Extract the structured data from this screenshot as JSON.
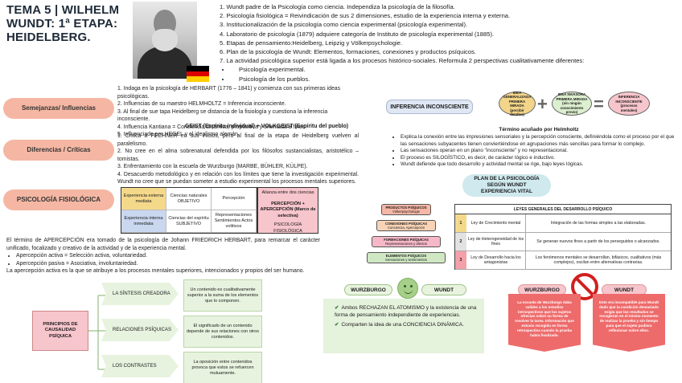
{
  "header": {
    "title": "TEMA 5 | WILHELM WUNDT: 1ª ETAPA: HEIDELBERG."
  },
  "flag_colors": [
    "#000000",
    "#dd0000",
    "#ffce00"
  ],
  "top_points": [
    "1. Wundt padre de la Psicología como ciencia. Independiza la psicología de la filosofía.",
    "2. Psicología fisiológica = Reivindicación de sus 2 dimensiones, estudio de la experiencia interna y externa.",
    "3. Institucionalización de la psicología como ciencia experimental (psicología experimental).",
    "4. Laboratorio de psicología (1879) adquiere categoría de Instituto de psicología experimental (1885).",
    "5. Etapas de pensamiento:Heidelberg, Leipzig y Völkerpsychologie.",
    "6. Plan de la psicología de Wundt: Elementos, formaciones, conexiones y productos psíquicos.",
    "7. La actividad psicológica superior está ligada a los procesos histórico-sociales. Reformula 2 perspectivas cualitativamente diferentes:"
  ],
  "top_subpoints": [
    "Psicología experimental.",
    "Psicología de los pueblos."
  ],
  "pills": {
    "semejanzas": "Semejanzas/ Influencias",
    "diferencias": "Diferencias / Críticas",
    "fisiologica": "PSICOLOGÍA FISIOLÓGICA"
  },
  "semejanzas_points": [
    "1. Indaga en la psicología de HERBART (1776 – 1841) y comienza con sus primeras ideas psicológicas.",
    "2. Influencias de su maestro HELMHOLTZ = Inferencia inconsciente.",
    "3. Al final de sue tapa Heidelberg se distancia de la fisiología y cuestiona la inferencia inconsciente.",
    "4. Influencia Kantiana = Conciencia dinámica, propositiva y orientada a fines.",
    "5. Influenciado por HEGEL y el idealismo alemán."
  ],
  "geist": "GEIST (Espíritu individual) + VOLKGEIST (Espíritu del pueblo)",
  "diferencias_points": [
    "1. Critica a FECHNER en sus inicios, pero al final de la etapa de Heidelberg vuelven al paralelismo.",
    "2. No cree en el alma sobrenatural defendida por los filósofos sustancialistas, aristotélico – tomistas.",
    "3. Enfrentamiento con la escuela de Wurzburgo (MARBE, BÜHLER, KÜLPE).",
    "4. Desacuerdo metodológico y en relación con los límites que tiene la investigación experimental. Wundt no cree que se puedan someter a estudio experimental los procesos mentales superiores."
  ],
  "fisio_grid": [
    "Experiencia externa mediata",
    "Ciencias naturales OBJETIVO",
    "Percepción",
    "Experiencia interna inmediata",
    "Ciencias del espíritu SUBJETIVO",
    "Representaciones Sentimientos Actos volitivos"
  ],
  "fisio_pink": {
    "line1": "Alianza entre dos ciencias",
    "line2": "PERCEPCIÓN + APERCEPCIÓN (Marco de selectiva)",
    "line3": "PSICOLOGÍA FISIOLÓGICA"
  },
  "apercepcion": {
    "intro": "El término de APERCEPCIÓN era tomado de la psicología de Johann FRIEDRICH HERBART, para remarcar el carácter unificado, focalizado y creativo de la actividad y de la experiencia mental.",
    "activa": "Apercepción activa = Selección activa, voluntariedad.",
    "pasiva": "Apercepción pasiva = Asociativa, involuntariedad.",
    "closing": "La apercepción activa es la que se atribuye a los procesos mentales superiores, intencionados y propios del ser humano."
  },
  "principios": {
    "center": "PRINCIPIOS DE CAUSALIDAD PSÍQUICA",
    "items": [
      {
        "label": "LA SÍNTESIS CREADORA",
        "desc": "Un contenido es cualitativamente superior a la suma de los elementos que lo componen."
      },
      {
        "label": "RELACIONES PSÍQUICAS",
        "desc": "El significado de un contenido depende de sus relaciones con otros contenidos."
      },
      {
        "label": "LOS CONTRASTES",
        "desc": "La oposición entre contenidos provoca que estos se refuercen mutuamente."
      }
    ]
  },
  "inferencia": {
    "pill": "INFERENCIA INCONSCIENTE",
    "e1": "IDEA GENERALIZADA PRIMERA MIRADA (percibir detalles)",
    "e2": "IDEA INVASORA PRIMERA MIRADA (sin ningún conocimiento previo)",
    "e3": "INFERENCIA INCONSCIENTE (procesos mentales)",
    "term": "Término acuñado por Helmholtz",
    "points": [
      "Explica la conexión entre las impresiones sensoriales y la percepción consciente, definiéndola como el proceso por el que las sensaciones subyacentes tienen conviertiéndose en agrupaciones más sencillas para formar lo complejo.",
      "Las sensaciones operan en un plano \"inconsciente\" y no representacional.",
      "El proceso es SILOGÍSTICO, es decir, de carácter lógico e inductivo.",
      "Wundt defiende que todo desarrollo y actividad mental se rige, bajo leyes lógicas."
    ]
  },
  "plan": {
    "title": "PLAN DE LA PSICOLOGÍA SEGÚN WUNDT EXPERIENCIA VITAL",
    "tiers": [
      {
        "t": "PRODUCTOS PSÍQUICOS",
        "s": "Völkerpsychologie"
      },
      {
        "t": "CONEXIONES PSÍQUICAS",
        "s": "Conciencia, Apercepción"
      },
      {
        "t": "FORMACIONES PSÍQUICAS",
        "s": "Representaciones y afectos"
      },
      {
        "t": "ELEMENTOS PSÍQUICOS",
        "s": "Sensaciones y sentimientos"
      }
    ],
    "leyes_title": "LEYES GENERALES DEL DESARROLLO PSÍQUICO",
    "leyes": [
      {
        "n": "1",
        "name": "Ley de Crecimiento mental",
        "desc": "Integración de las formas simples a las elaboradas."
      },
      {
        "n": "2",
        "name": "Ley de Heterogeneidad de los fines",
        "desc": "Se generan nuevos fines a partir de los perseguidos o alcanzados."
      },
      {
        "n": "3",
        "name": "Ley de Desarrollo hacia los antagonistas",
        "desc": "Los fenómenos mentales se desarrollan, bifásicos, cualitativos (más complejos), oscilan entre alternativas contrarias."
      }
    ],
    "tier_colors": [
      "#f7b7a6",
      "#f8d3b6",
      "#f6b8c8",
      "#cfe8c3"
    ],
    "num_colors": [
      "#f5d98b",
      "#e2e2e2",
      "#f4a0a8"
    ]
  },
  "wurz_green": {
    "left": "WURZBURGO",
    "right": "WUNDT",
    "points": [
      "Ambos RECHAZAN EL ATOMISMO y la existencia de una forma de pensamiento independiente de experiencias.",
      "Comparten la idea de una CONCIENCIA DINÁMICA."
    ]
  },
  "wurz_red": {
    "left": "WURZBURGO",
    "right": "WUNDT",
    "leftText": "La escuela de Wurzburgo daba validez a los estudios introspectivos que los sujetos ofrecían sobre su forma de resolver la tarea. Información que estuvio recogida en forma retrospectiva cuando la prueba había finalizado.",
    "rightText": "Esto era incompatible para Wundt dado que la condición demasiado exigía que los resultados se recogieran en el mismo momento de realizar la prueba y sin tiempo para que el sujeto pudiera reflexionar sobre ellos."
  }
}
